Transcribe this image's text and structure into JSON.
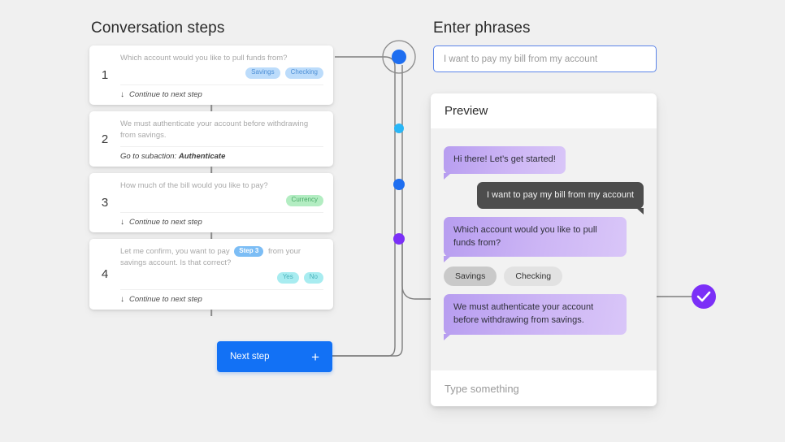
{
  "headings": {
    "steps": "Conversation steps",
    "phrases": "Enter phrases"
  },
  "steps": [
    {
      "number": "1",
      "prompt": "Which account would you like to pull funds from?",
      "chips": [
        {
          "label": "Savings",
          "color": "blue"
        },
        {
          "label": "Checking",
          "color": "blue"
        }
      ],
      "footer": "Continue to next step",
      "footer_icon": "arrow-down-icon"
    },
    {
      "number": "2",
      "prompt": "We must authenticate your account before withdrawing from savings.",
      "chips": [],
      "footer_label": "Go to subaction:",
      "footer_value": "Authenticate"
    },
    {
      "number": "3",
      "prompt": "How much of the bill would you like to pay?",
      "chips": [
        {
          "label": "Currency",
          "color": "green"
        }
      ],
      "footer": "Continue to next step",
      "footer_icon": "arrow-down-icon"
    },
    {
      "number": "4",
      "prompt_before": "Let me confirm, you want to pay",
      "prompt_inline_chip": "Step 3",
      "prompt_after": "from your savings account. Is that correct?",
      "chips": [
        {
          "label": "Yes",
          "color": "cyan"
        },
        {
          "label": "No",
          "color": "cyan"
        }
      ],
      "footer": "Continue to next step",
      "footer_icon": "arrow-down-icon"
    }
  ],
  "next_step_button": {
    "label": "Next step",
    "icon": "plus-icon"
  },
  "rail": {
    "nodes": [
      {
        "name": "node-active",
        "color": "#1e6ef0",
        "ring": true
      },
      {
        "name": "node-cyan",
        "color": "#29b6f6",
        "ring": false
      },
      {
        "name": "node-blue",
        "color": "#1e6ef0",
        "ring": false
      },
      {
        "name": "node-purple",
        "color": "#7b2ff7",
        "ring": false
      }
    ],
    "end_badge": {
      "name": "check-badge",
      "color": "#7b2ff7",
      "icon": "check-icon"
    }
  },
  "phrase_input": {
    "value": "I want to pay my bill from my account",
    "placeholder": "I want to pay my bill from my account"
  },
  "preview": {
    "title": "Preview",
    "messages": [
      {
        "from": "bot",
        "text": "Hi there! Let’s get started!"
      },
      {
        "from": "user",
        "text": "I want to pay my bill from my account"
      },
      {
        "from": "bot",
        "text": "Which account would you like to pull funds from?"
      }
    ],
    "options": [
      {
        "label": "Savings",
        "selected": true
      },
      {
        "label": "Checking",
        "selected": false
      }
    ],
    "trailing_message": {
      "from": "bot",
      "text": "We must authenticate your account before withdrawing from savings."
    },
    "input_placeholder": "Type something"
  }
}
